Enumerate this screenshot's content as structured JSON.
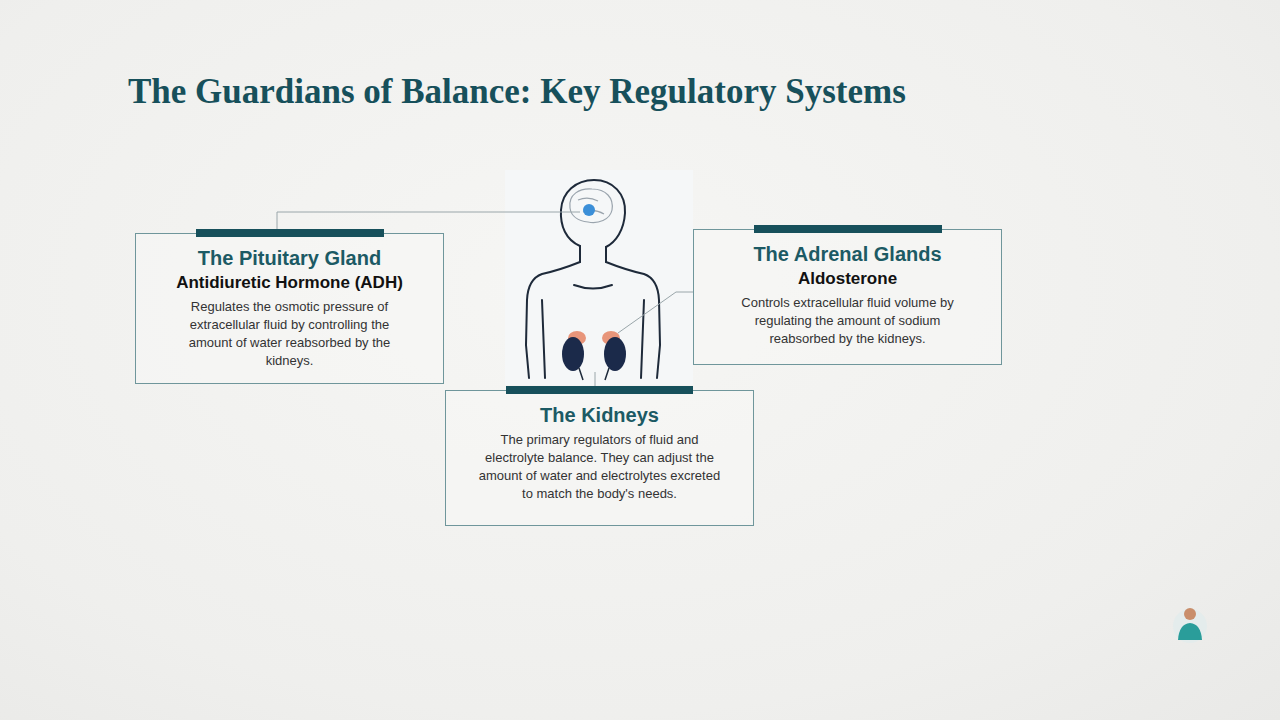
{
  "diagram": {
    "title": "The Guardians of Balance: Key Regulatory Systems",
    "nodes": [
      {
        "text": [
          "The Pituitary Gland",
          "Antidiuretic Hormone (ADH)",
          "Regulates the osmotic pressure of extracellular fluid by controlling the amount of water reabsorbed by the kidneys."
        ]
      },
      {
        "text": [
          "The Adrenal Glands",
          "Aldosterone",
          "Controls extracellular fluid volume by regulating the amount of sodium reabsorbed by the kidneys."
        ]
      },
      {
        "text": [
          "The Kidneys",
          "The primary regulators of fluid and electrolyte balance. They can adjust the amount of water and electrolytes excreted to match the body's needs."
        ]
      }
    ]
  }
}
